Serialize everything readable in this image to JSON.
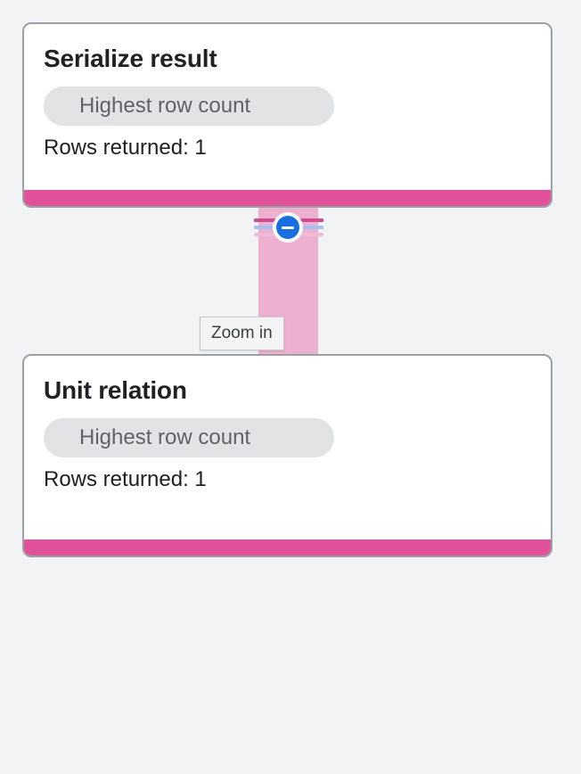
{
  "background_color": "#f1f3f4",
  "graph": {
    "nodes": [
      {
        "title": "Serialize result",
        "badge": "Highest row count",
        "rows": "Rows returned: 1",
        "accent_color": "#e0519a"
      },
      {
        "title": "Unit relation",
        "badge": "Highest row count",
        "rows": "Rows returned: 1",
        "accent_color": "#e0519a"
      }
    ],
    "connector": {
      "color": "#eeb0d0",
      "name": "data-flow-connector"
    }
  },
  "zoom_control": {
    "handle_icon": "minus-icon",
    "handle_color": "#1a6fe0",
    "track_color": "#a3c2f0",
    "tooltip": "Zoom in"
  }
}
